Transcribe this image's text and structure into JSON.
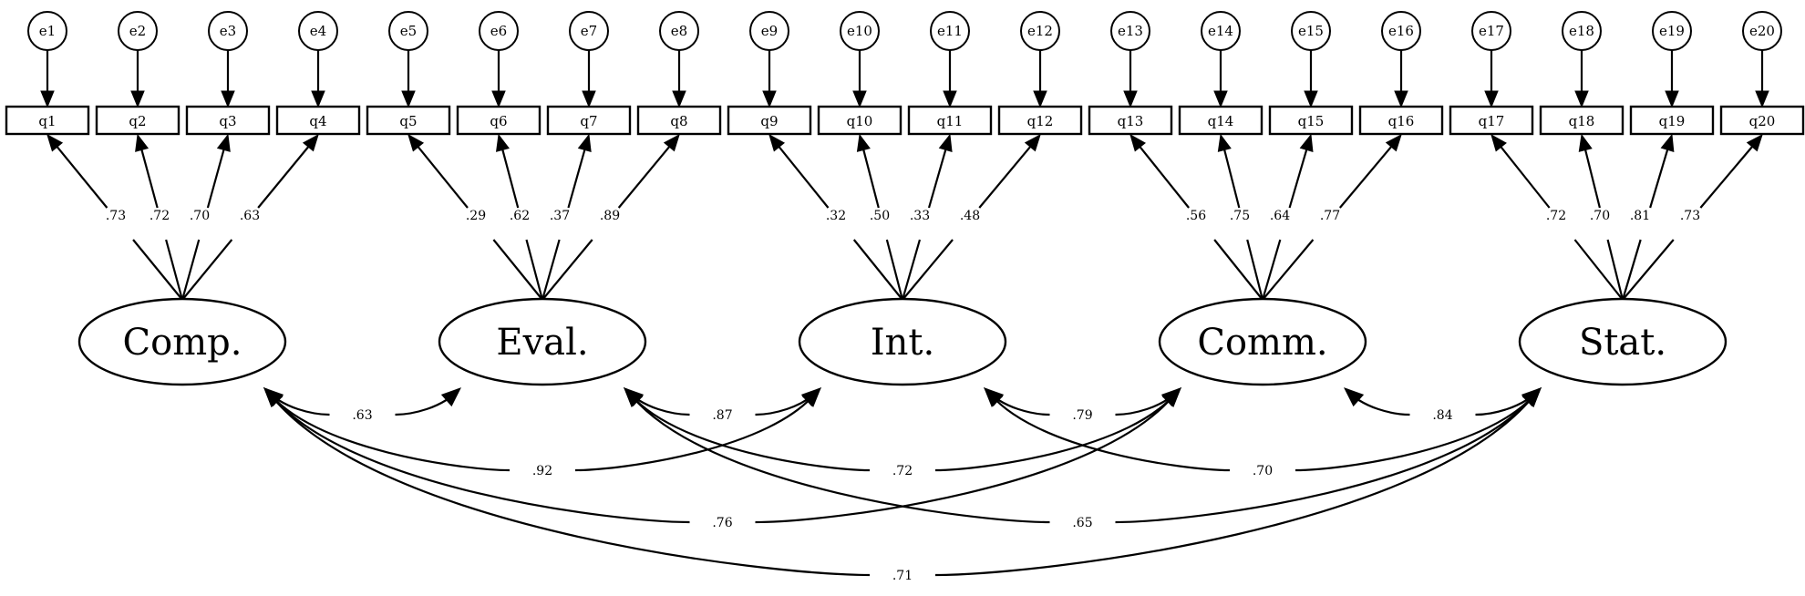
{
  "errors": [
    "e1",
    "e2",
    "e3",
    "e4",
    "e5",
    "e6",
    "e7",
    "e8",
    "e9",
    "e10",
    "e11",
    "e12",
    "e13",
    "e14",
    "e15",
    "e16",
    "e17",
    "e18",
    "e19",
    "e20"
  ],
  "indicators": [
    "q1",
    "q2",
    "q3",
    "q4",
    "q5",
    "q6",
    "q7",
    "q8",
    "q9",
    "q10",
    "q11",
    "q12",
    "q13",
    "q14",
    "q15",
    "q16",
    "q17",
    "q18",
    "q19",
    "q20"
  ],
  "factors": [
    {
      "name": "Comp.",
      "loadings": [
        ".73",
        ".72",
        ".70",
        ".63"
      ]
    },
    {
      "name": "Eval.",
      "loadings": [
        ".29",
        ".62",
        ".37",
        ".89"
      ]
    },
    {
      "name": "Int.",
      "loadings": [
        ".32",
        ".50",
        ".33",
        ".48"
      ]
    },
    {
      "name": "Comm.",
      "loadings": [
        ".56",
        ".75",
        ".64",
        ".77"
      ]
    },
    {
      "name": "Stat.",
      "loadings": [
        ".72",
        ".70",
        ".81",
        ".73"
      ]
    }
  ],
  "correlations": [
    {
      "from": 0,
      "to": 1,
      "value": ".63"
    },
    {
      "from": 1,
      "to": 2,
      "value": ".87"
    },
    {
      "from": 2,
      "to": 3,
      "value": ".79"
    },
    {
      "from": 3,
      "to": 4,
      "value": ".84"
    },
    {
      "from": 0,
      "to": 2,
      "value": ".92"
    },
    {
      "from": 1,
      "to": 3,
      "value": ".72"
    },
    {
      "from": 2,
      "to": 4,
      "value": ".70"
    },
    {
      "from": 0,
      "to": 3,
      "value": ".76"
    },
    {
      "from": 1,
      "to": 4,
      "value": ".65"
    },
    {
      "from": 0,
      "to": 4,
      "value": ".71"
    }
  ]
}
